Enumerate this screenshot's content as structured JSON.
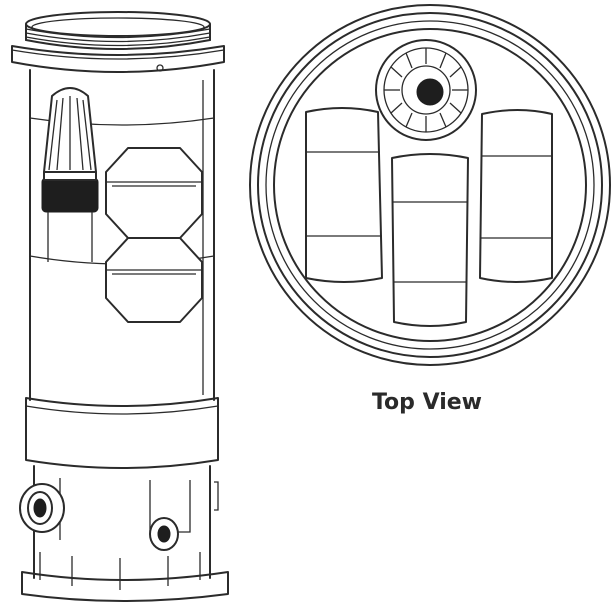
{
  "diagram": {
    "caption": "Top View",
    "components": [
      "side-view-housing",
      "top-view-housing"
    ]
  }
}
